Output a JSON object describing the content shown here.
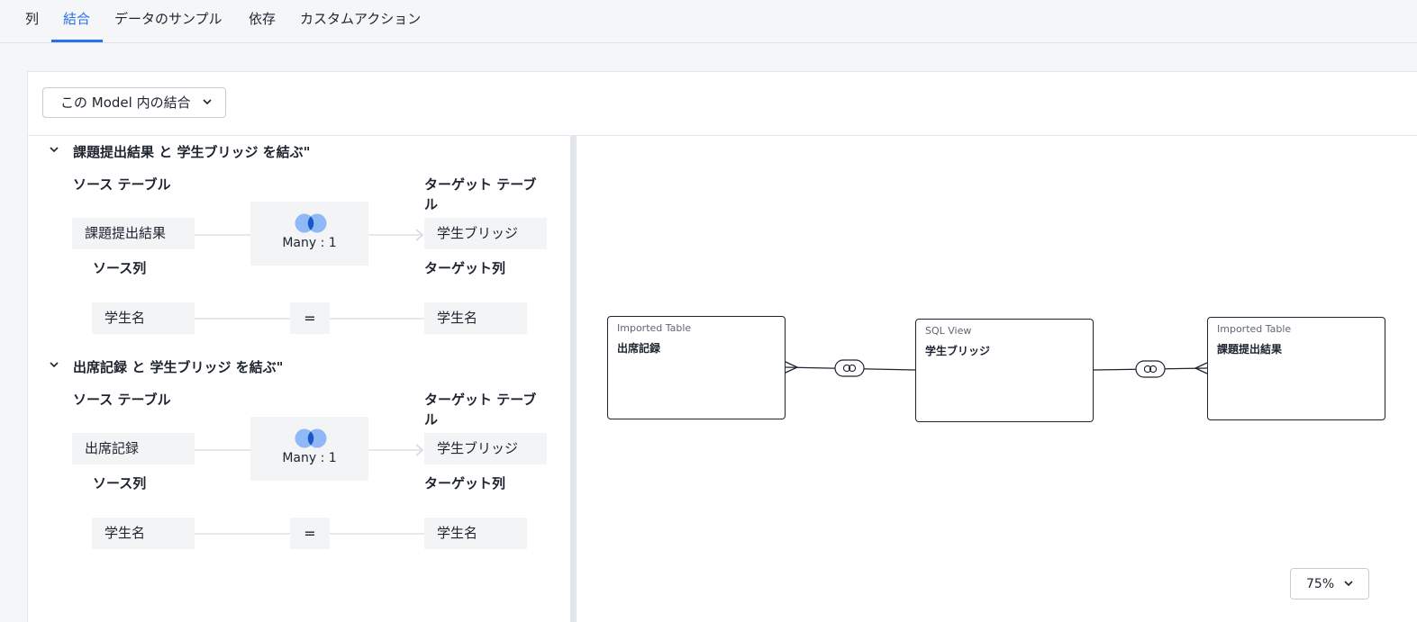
{
  "tabs": [
    {
      "label": "列"
    },
    {
      "label": "結合",
      "active": true
    },
    {
      "label": "データのサンプル"
    },
    {
      "label": "依存"
    },
    {
      "label": "カスタムアクション"
    }
  ],
  "join_filter": {
    "label": "この Model 内の結合"
  },
  "joins": [
    {
      "title": "課題提出結果 と 学生ブリッジ を結ぶ\"",
      "source_table_label": "ソース テーブル",
      "target_table_label": "ターゲット テーブル",
      "source_table": "課題提出結果",
      "target_table": "学生ブリッジ",
      "cardinality": "Many : 1",
      "source_column_label": "ソース列",
      "target_column_label": "ターゲット列",
      "source_column": "学生名",
      "operator": "=",
      "target_column": "学生名"
    },
    {
      "title": "出席記録 と 学生ブリッジ を結ぶ\"",
      "source_table_label": "ソース テーブル",
      "target_table_label": "ターゲット テーブル",
      "source_table": "出席記録",
      "target_table": "学生ブリッジ",
      "cardinality": "Many : 1",
      "source_column_label": "ソース列",
      "target_column_label": "ターゲット列",
      "source_column": "学生名",
      "operator": "=",
      "target_column": "学生名"
    }
  ],
  "diagram": {
    "nodes": [
      {
        "type": "Imported Table",
        "name": "出席記録"
      },
      {
        "type": "SQL View",
        "name": "学生ブリッジ"
      },
      {
        "type": "Imported Table",
        "name": "課題提出結果"
      }
    ],
    "zoom": "75%"
  },
  "colors": {
    "accent": "#2770ef",
    "venn_light": "#8fb8f7",
    "venn_dark": "#1a56c4",
    "node_border": "#1d232f"
  },
  "icons": {
    "collapse": "chevron-down-icon",
    "join_type": "inner-join-venn-icon",
    "relationship": "join-link-icon",
    "arrow": "arrow-right-icon"
  }
}
